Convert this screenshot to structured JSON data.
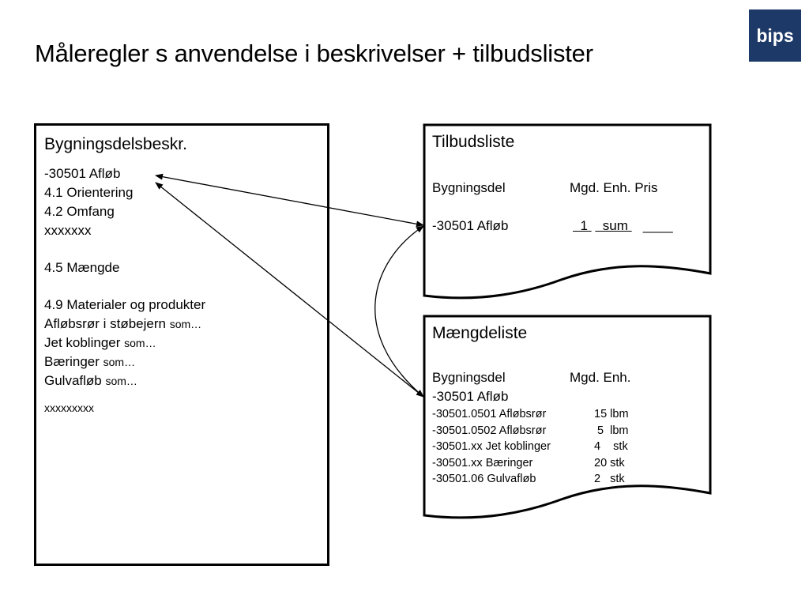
{
  "title": "Måleregler s anvendelse i beskrivelser + tilbudslister",
  "logo": "bips",
  "left_box": {
    "heading": "Bygningsdelsbeskr.",
    "line1": "-30501 Afløb",
    "line2": "4.1 Orientering",
    "line3": "4.2 Omfang",
    "line4": "xxxxxxx",
    "line5": "4.5 Mængde",
    "line6": "4.9 Materialer og produkter",
    "line7_main": "Afløbsrør i støbejern ",
    "line7_small": "som…",
    "line8_main": "Jet koblinger ",
    "line8_small": "som…",
    "line9_main": "Bæringer ",
    "line9_small": "som…",
    "line10_main": "Gulvafløb ",
    "line10_small": "som…",
    "line11": "xxxxxxxxx"
  },
  "tilbud": {
    "heading": "Tilbudsliste",
    "col_bygningsdel": "Bygningsdel",
    "col_headers": "Mgd.  Enh.  Pris",
    "item": "-30501 Afløb",
    "mgd": "  1 ",
    "enh": "  sum ",
    "pris": "____"
  },
  "maengde": {
    "heading": "Mængdeliste",
    "col_bygningsdel": "Bygningsdel",
    "col_headers": "Mgd.  Enh.",
    "group": "-30501 Afløb",
    "rows": [
      {
        "code": "-30501.0501 Afløbsrør",
        "qty": "15 lbm"
      },
      {
        "code": "-30501.0502 Afløbsrør",
        "qty": " 5  lbm"
      },
      {
        "code": "-30501.xx Jet koblinger",
        "qty": "4    stk"
      },
      {
        "code": "-30501.xx Bæringer",
        "qty": "20 stk"
      },
      {
        "code": "-30501.06 Gulvafløb",
        "qty": "2   stk"
      }
    ]
  }
}
